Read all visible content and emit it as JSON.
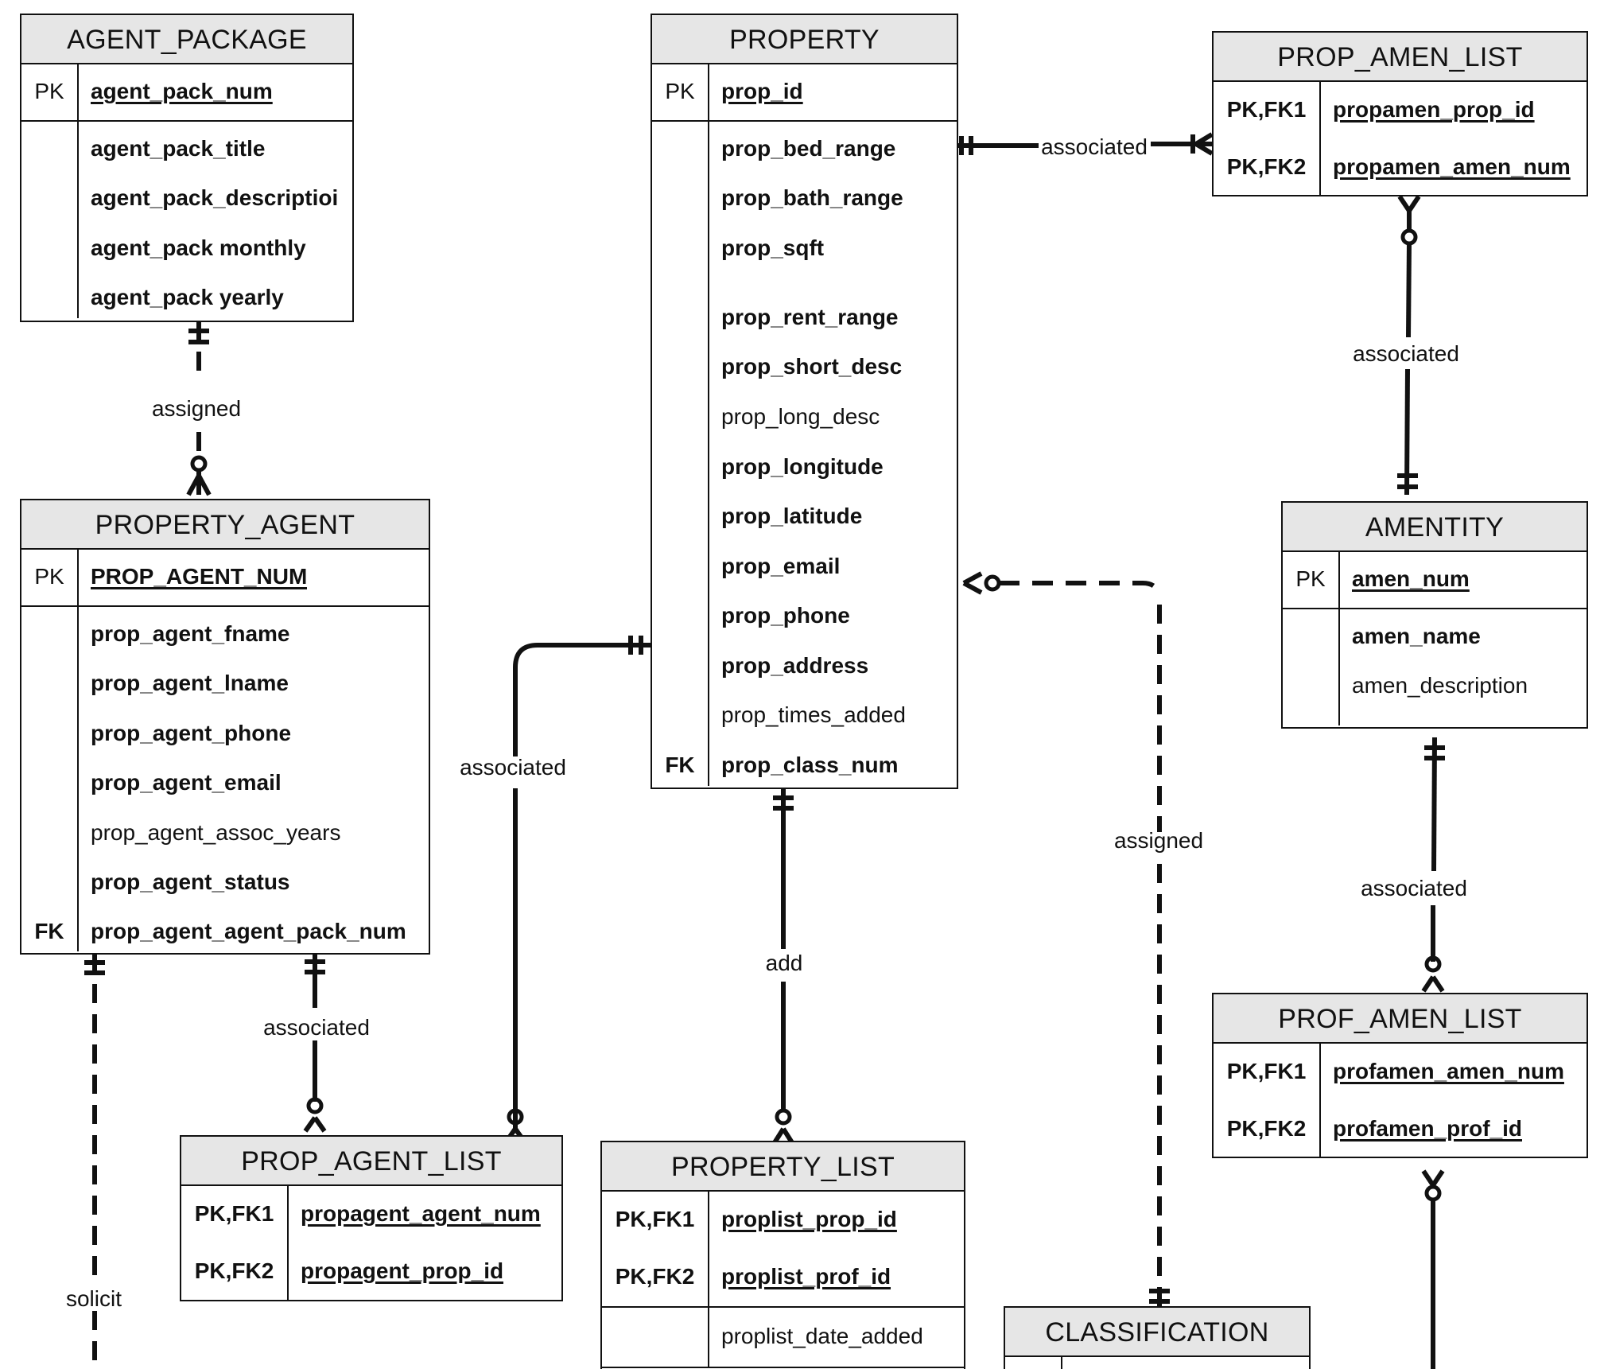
{
  "entities": {
    "agent_package": {
      "name": "AGENT_PACKAGE",
      "pk_key": "PK",
      "pk_attr": "agent_pack_num",
      "attrs": [
        "agent_pack_title",
        "agent_pack_descriptioi",
        "agent_pack monthly",
        "agent_pack yearly"
      ]
    },
    "property": {
      "name": "PROPERTY",
      "pk_key": "PK",
      "pk_attr": "prop_id",
      "attrs": [
        "prop_bed_range",
        "prop_bath_range",
        "prop_sqft",
        "prop_rent_range",
        "prop_short_desc",
        "prop_long_desc",
        "prop_longitude",
        "prop_latitude",
        "prop_email",
        "prop_phone",
        "prop_address",
        "prop_times_added",
        "prop_class_num"
      ],
      "fk_key": "FK"
    },
    "prop_amen_list": {
      "name": "PROP_AMEN_LIST",
      "keys": [
        "PK,FK1",
        "PK,FK2"
      ],
      "attrs": [
        "propamen_prop_id",
        "propamen_amen_num"
      ]
    },
    "property_agent": {
      "name": "PROPERTY_AGENT",
      "pk_key": "PK",
      "pk_attr": "PROP_AGENT_NUM",
      "attrs": [
        "prop_agent_fname",
        "prop_agent_lname",
        "prop_agent_phone",
        "prop_agent_email",
        "prop_agent_assoc_years",
        "prop_agent_status",
        "prop_agent_agent_pack_num"
      ],
      "fk_key": "FK"
    },
    "amentity": {
      "name": "AMENTITY",
      "pk_key": "PK",
      "pk_attr": "amen_num",
      "attrs": [
        "amen_name",
        "amen_description"
      ]
    },
    "prop_agent_list": {
      "name": "PROP_AGENT_LIST",
      "keys": [
        "PK,FK1",
        "PK,FK2"
      ],
      "attrs": [
        "propagent_agent_num",
        "propagent_prop_id"
      ]
    },
    "property_list": {
      "name": "PROPERTY_LIST",
      "keys": [
        "PK,FK1",
        "PK,FK2"
      ],
      "attrs": [
        "proplist_prop_id",
        "proplist_prof_id"
      ],
      "extra": "proplist_date_added"
    },
    "prof_amen_list": {
      "name": "PROF_AMEN_LIST",
      "keys": [
        "PK,FK1",
        "PK,FK2"
      ],
      "attrs": [
        "profamen_amen_num",
        "profamen_prof_id"
      ]
    },
    "classification": {
      "name": "CLASSIFICATION"
    }
  },
  "relationships": [
    {
      "label": "assigned",
      "from": "AGENT_PACKAGE",
      "to": "PROPERTY_AGENT",
      "style": "dashed"
    },
    {
      "label": "associated",
      "from": "PROPERTY",
      "to": "PROP_AMEN_LIST",
      "style": "solid"
    },
    {
      "label": "associated",
      "from": "PROP_AMEN_LIST",
      "to": "AMENTITY",
      "style": "solid"
    },
    {
      "label": "associated",
      "from": "PROPERTY",
      "to": "PROP_AGENT_LIST",
      "style": "solid"
    },
    {
      "label": "add",
      "from": "PROPERTY",
      "to": "PROPERTY_LIST",
      "style": "solid"
    },
    {
      "label": "assigned",
      "from": "CLASSIFICATION",
      "to": "PROPERTY",
      "style": "dashed"
    },
    {
      "label": "associated",
      "from": "AMENTITY",
      "to": "PROF_AMEN_LIST",
      "style": "solid"
    },
    {
      "label": "associated",
      "from": "PROPERTY_AGENT",
      "to": "PROP_AGENT_LIST",
      "style": "solid"
    },
    {
      "label": "solicit",
      "from": "PROPERTY_AGENT",
      "to": "",
      "style": "dashed"
    }
  ]
}
